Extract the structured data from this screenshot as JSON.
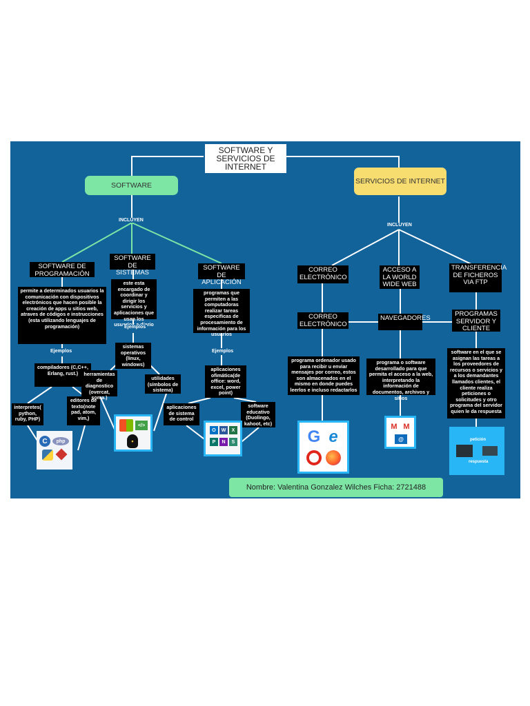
{
  "title": "SOFTWARE Y SERVICIOS DE INTERNET",
  "software": {
    "label": "SOFTWARE",
    "incluyen": "INCLUYEN",
    "programacion": {
      "label": "SOFTWARE DE PROGRAMACIÓN",
      "desc": "permite a determinados usuarios la comunicación con dispositivos electrónicos que hacen posible la creación de apps u sitios web, atraves de códigos e instrucciones (esta utilizando lenguajes de programación)",
      "ejemplos": "Ejemplos",
      "compiladores": "compiladores (C,C++, Erlang, rust.)",
      "interpretes": "interpretes( python, ruby, PHP)",
      "editores": "editores de texto(note pad, atom, vim,)"
    },
    "sistemas": {
      "label": "SOFTWARE DE SISTEMAS",
      "desc": "este esta encargado de coordinar y dirigir los servicios y aplicaciones que usan los usuarios a diario",
      "ejemplos": "Ejemplos",
      "operativos": "sistemas operativos (linux, windows)",
      "herramientas": "herramientas de diagnostico (overcat, soma.)",
      "utilidades": "utilidades (símbolos de sistema)"
    },
    "aplicacion": {
      "label": "SOFTWARE DE APLICACIÓN",
      "desc": "programas que permiten a las computadoras realizar tareas especificas de procesamiento de información para los usuarios",
      "ejemplos": "Ejemplos",
      "ofimatica": "aplicaciones ofimática(de office: word, excel, power point)",
      "control": "aplicaciones de sistema de control",
      "educativo": "software educativo (Duolingo, kahoot, etc)"
    }
  },
  "servicios": {
    "label": "SERVICIOS DE INTERNET",
    "incluyen": "INCLUYEN",
    "correo": {
      "label": "CORREO ELECTRÓNICO",
      "label2": "CORREO ELECTRÓNICO",
      "desc": "programa ordenador usado para recibir u enviar mensajes por correo, estos son almacenados en el mismo en donde puedes leerlos e incluso redactarlos"
    },
    "www": {
      "label": "ACCESO A LA WORLD WIDE WEB",
      "navegadores": "NAVEGADORES",
      "desc": "programa o software desarrollado para que permita el acceso a la web, interpretando la información de documentos, archivos y sitios"
    },
    "ftp": {
      "label": "TRANSFERENCIA DE FICHEROS VIA FTP",
      "programas": "PROGRAMAS SERVIDOR Y CLIENTE",
      "desc": "software en el que se asignan las tareas a los proveedores de recursos o servicios y a los demandantes llamados clientes, el cliente realiza peticiones o solicitudes y otro programa del servidor quien le da respuesta",
      "peticion": "petición",
      "respuesta": "respuesta"
    }
  },
  "icons": {
    "prog": [
      "c-logo-icon",
      "php-logo-icon",
      "python-logo-icon",
      "ruby-logo-icon"
    ],
    "sys": [
      "windows-logo-icon",
      "code-editor-icon",
      "linux-penguin-icon"
    ],
    "app": [
      "outlook-icon",
      "word-icon",
      "excel-icon",
      "publisher-icon",
      "onenote-icon",
      "sway-icon"
    ],
    "browsers": [
      "google-icon",
      "edge-icon",
      "opera-icon",
      "firefox-icon"
    ],
    "mail": [
      "gmail-icon",
      "gmail-icon",
      "mail-app-icon"
    ],
    "ftp": [
      "computer-icon",
      "server-icon"
    ]
  },
  "colors": {
    "background": "#13639b",
    "green": "#7ee6a5",
    "yellow": "#f7dd6f",
    "title_bg": "#ffffff",
    "node_bg": "#000000"
  },
  "footer": "Nombre: Valentina Gonzalez Wilches Ficha: 2721488"
}
